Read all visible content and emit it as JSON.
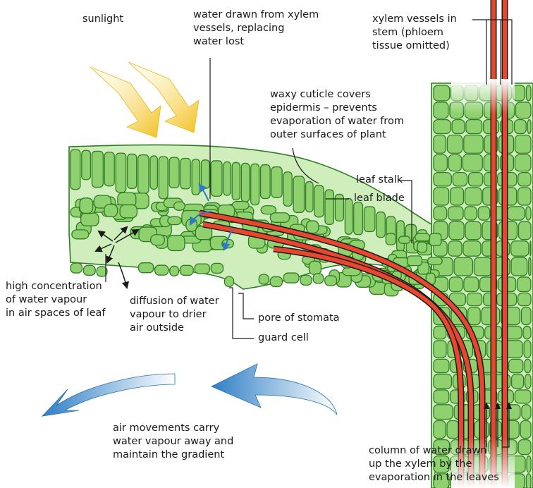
{
  "labels": {
    "sunlight": "sunlight",
    "water_drawn": "water drawn from xylem\nvessels, replacing\nwater lost",
    "xylem_vessels": "xylem vessels in\nstem (phloem\ntissue omitted)",
    "waxy_cuticle": "waxy cuticle covers\nepidermis – prevents\nevaporation of water from\nouter surfaces of plant",
    "leaf_stalk": "leaf stalk",
    "leaf_blade": "leaf blade",
    "high_concentration": "high concentration\nof water vapour\nin air spaces of leaf",
    "diffusion": "diffusion of water\nvapour to drier\nair outside",
    "pore_of_stomata": "pore of stomata",
    "guard_cell": "guard cell",
    "air_movements": "air movements carry\nwater vapour away and\nmaintain the gradient",
    "column_of_water": "column of water drawn\nup the xylem by the\nevaporation in the leaves"
  },
  "colors": {
    "cell_fill": "#8fd16e",
    "cell_stroke": "#2f7d23",
    "xylem": "#e8472f",
    "sunlight": "#f5cf3a",
    "air_arrow": "#3f8fcf",
    "vapour_arrow": "#2f78c4"
  }
}
